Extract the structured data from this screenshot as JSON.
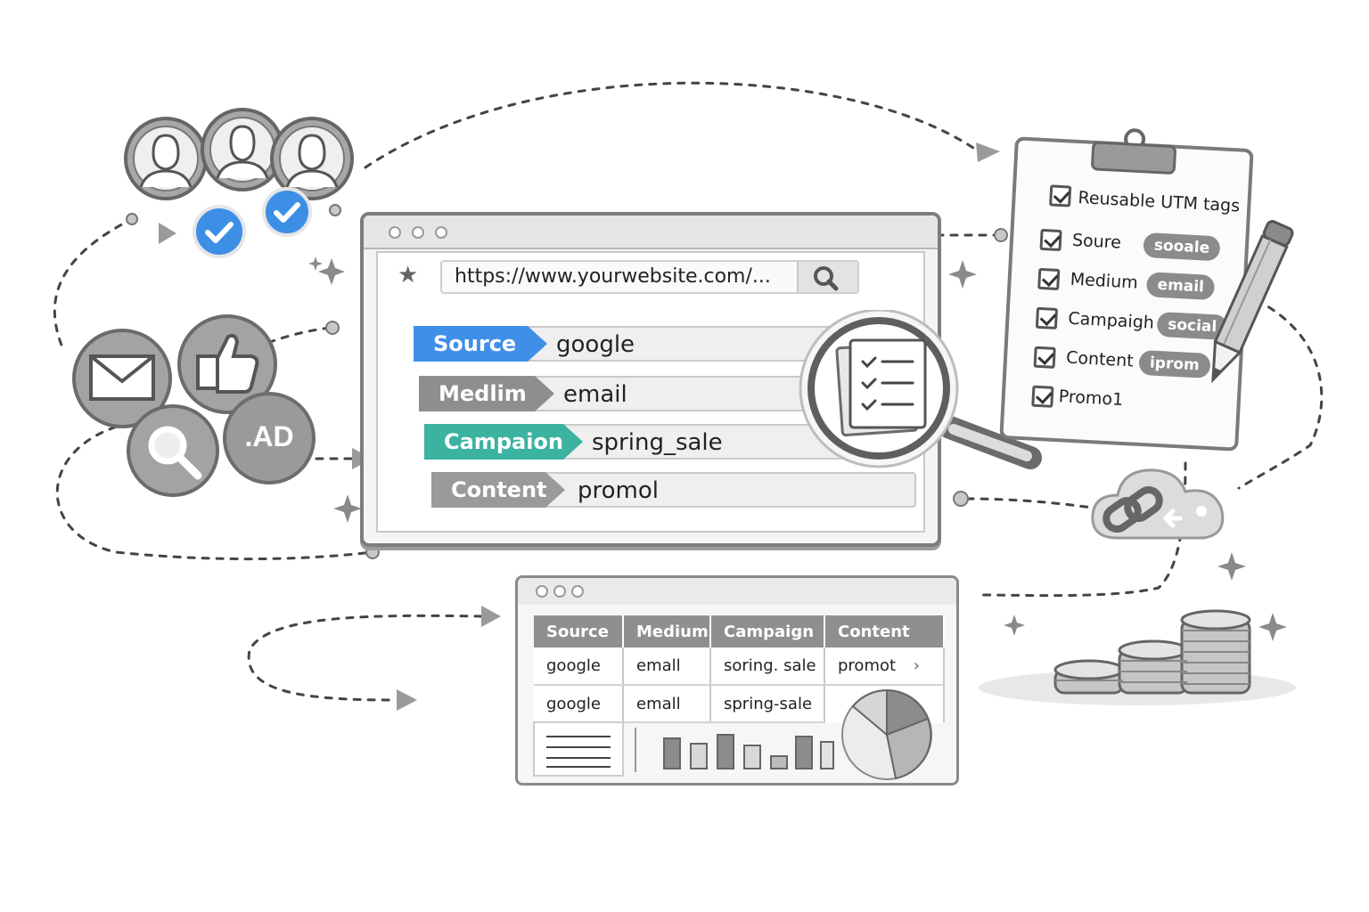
{
  "browser": {
    "url": "https://www.yourwebsite.com/...",
    "rows": [
      {
        "tag": "Source",
        "value": "google",
        "color": "#3f8fe8"
      },
      {
        "tag": "Medlim",
        "value": "email",
        "color": "#8e8e8e"
      },
      {
        "tag": "Campaion",
        "value": "spring_sale",
        "color": "#3bb3a0"
      },
      {
        "tag": "Content",
        "value": "promol",
        "color": "#9a9a9a"
      }
    ]
  },
  "clipboard": {
    "title": "Reusable UTM tags",
    "items": [
      {
        "label": "Soure",
        "pill": "sooale"
      },
      {
        "label": "Medium",
        "pill": "email"
      },
      {
        "label": "Campaigh",
        "pill": "social"
      },
      {
        "label": "Content",
        "pill": "iprom"
      },
      {
        "label": "Promo1",
        "pill": ""
      }
    ]
  },
  "report": {
    "headers": [
      "Source",
      "Medium",
      "Campaign",
      "Content"
    ],
    "rows": [
      [
        "google",
        "emall",
        "soring. sale",
        "promot"
      ],
      [
        "google",
        "emall",
        "spring-sale",
        ""
      ]
    ]
  },
  "icons": {
    "ad_label": ".AD",
    "check_color": "#3d8fe6"
  }
}
